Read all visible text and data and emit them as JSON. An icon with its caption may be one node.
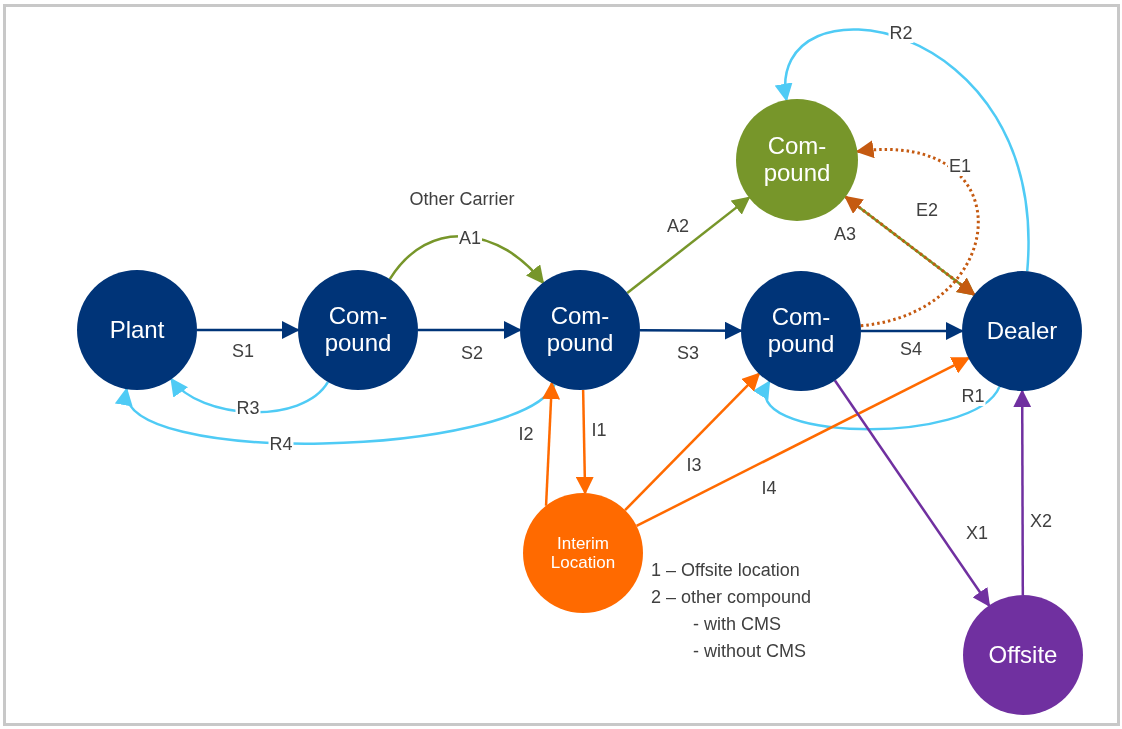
{
  "diagram": {
    "nodes": [
      {
        "text": [
          "Plant"
        ]
      },
      {
        "text": [
          "Com- pound"
        ]
      },
      {
        "text": [
          "Com- pound"
        ]
      },
      {
        "text": [
          "Com- pound"
        ]
      },
      {
        "text": [
          "Com- pound"
        ]
      },
      {
        "text": [
          "Dealer"
        ]
      },
      {
        "text": [
          "Interim Location"
        ]
      },
      {
        "text": [
          "Offsite"
        ]
      }
    ],
    "edges": [
      {
        "from": 0,
        "to": 1,
        "arrow": "to",
        "label": "S1"
      },
      {
        "from": 1,
        "to": 2,
        "arrow": "to",
        "label": "S2"
      },
      {
        "from": 1,
        "to": 2,
        "arrow": "to",
        "label": "A1",
        "color": "#77962a"
      },
      {
        "from": 2,
        "to": 4,
        "arrow": "to",
        "label": "S3"
      },
      {
        "from": 2,
        "to": 3,
        "arrow": "to",
        "label": "A2",
        "color": "#77962a"
      },
      {
        "from": 3,
        "to": 5,
        "arrow": "to",
        "label": "A3",
        "color": "#77962a"
      },
      {
        "from": 4,
        "to": 5,
        "arrow": "to",
        "label": "S4"
      },
      {
        "from": 4,
        "to": 3,
        "arrow": "to",
        "label": "E1",
        "style": "dashed",
        "color": "#c55a11"
      },
      {
        "from": 3,
        "to": 5,
        "arrow": "both",
        "label": "E2",
        "style": "dashed",
        "color": "#c55a11"
      },
      {
        "from": 5,
        "to": 4,
        "arrow": "to",
        "label": "R1",
        "color": "#4fcbf5"
      },
      {
        "from": 5,
        "to": 3,
        "arrow": "to",
        "label": "R2",
        "color": "#4fcbf5"
      },
      {
        "from": 1,
        "to": 0,
        "arrow": "to",
        "label": "R3",
        "color": "#4fcbf5"
      },
      {
        "from": 2,
        "to": 0,
        "arrow": "to",
        "label": "R4",
        "color": "#4fcbf5"
      },
      {
        "from": 2,
        "to": 6,
        "arrow": "to",
        "label": "I1",
        "color": "#ff6a00"
      },
      {
        "from": 6,
        "to": 2,
        "arrow": "to",
        "label": "I2",
        "color": "#ff6a00"
      },
      {
        "from": 6,
        "to": 4,
        "arrow": "to",
        "label": "I3",
        "color": "#ff6a00"
      },
      {
        "from": 6,
        "to": 5,
        "arrow": "to",
        "label": "I4",
        "color": "#ff6a00"
      },
      {
        "from": 4,
        "to": 7,
        "arrow": "to",
        "label": "X1",
        "color": "#7030a0"
      },
      {
        "from": 7,
        "to": 5,
        "arrow": "to",
        "label": "X2",
        "color": "#7030a0"
      }
    ],
    "labels": [
      "Other Carrier",
      "1 – Offsite location",
      "2 – other compound",
      "- with CMS",
      "- without CMS"
    ]
  }
}
